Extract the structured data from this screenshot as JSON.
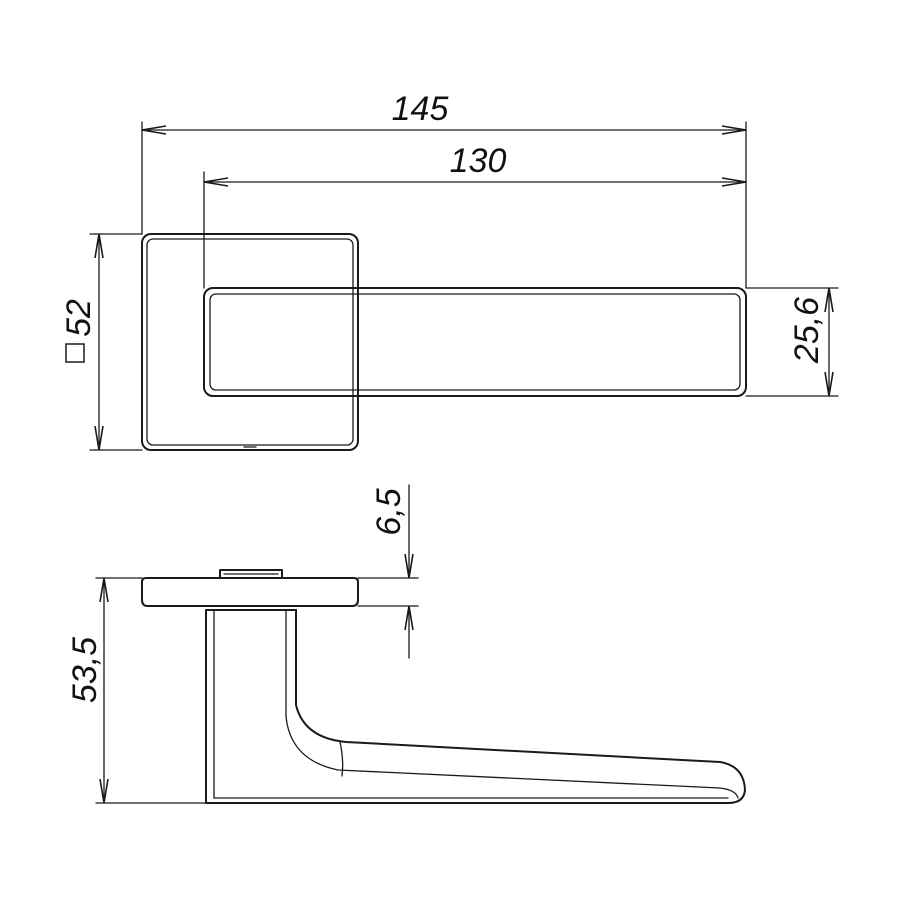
{
  "dimensions": {
    "overall_length": "145",
    "lever_length": "130",
    "rosette_side": "52",
    "lever_height": "25,6",
    "rosette_thickness": "6,5",
    "total_projection": "53,5"
  },
  "symbols": {
    "square_symbol": "square-symbol-icon"
  },
  "colors": {
    "line": "#1a1a1a",
    "background": "#ffffff"
  }
}
